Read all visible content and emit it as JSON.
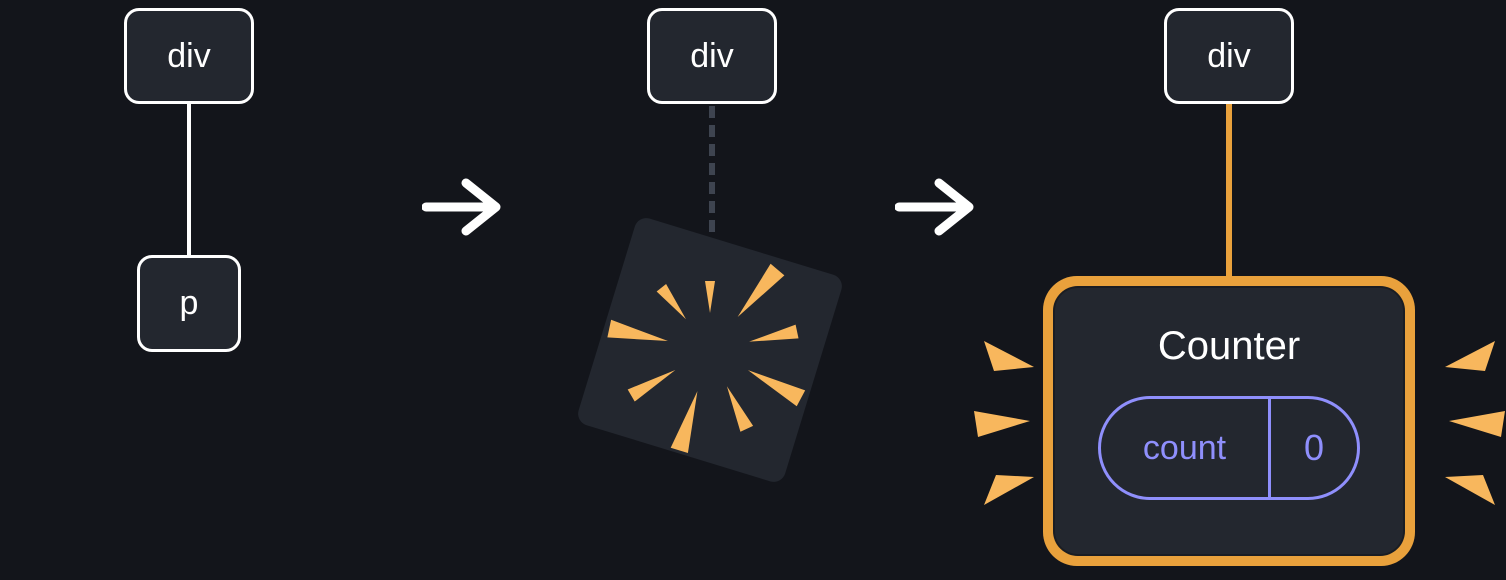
{
  "colors": {
    "background": "#13151b",
    "node-bg": "#23272f",
    "node-border": "#ffffff",
    "text": "#ffffff",
    "edge-white": "#ffffff",
    "edge-dashed": "#3e4450",
    "orange": "#e9a13c",
    "spark": "#f8b75d",
    "lavender": "#8f8ffc"
  },
  "diagram": {
    "step1": {
      "parent": "div",
      "child": "p"
    },
    "step2": {
      "parent": "div"
    },
    "step3": {
      "parent": "div",
      "title": "Counter",
      "state_key": "count",
      "state_value": "0"
    }
  }
}
